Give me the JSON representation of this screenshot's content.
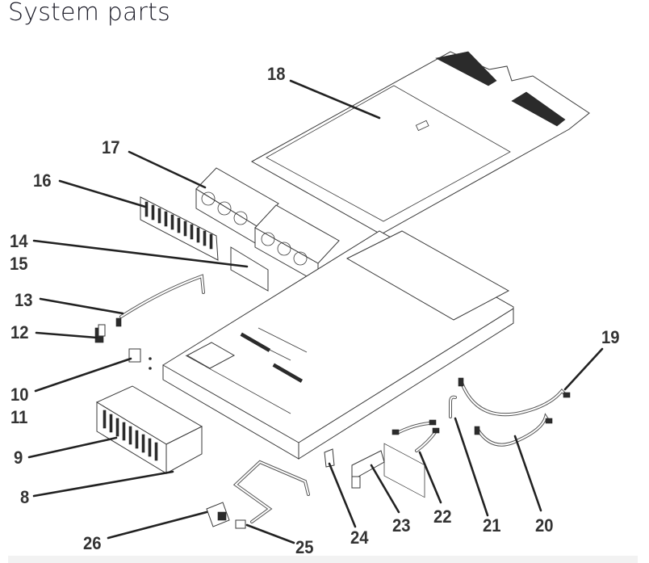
{
  "page": {
    "title": "System parts"
  },
  "callouts": [
    {
      "id": "18",
      "label": "18"
    },
    {
      "id": "17",
      "label": "17"
    },
    {
      "id": "16",
      "label": "16"
    },
    {
      "id": "14",
      "label": "14"
    },
    {
      "id": "15",
      "label": "15"
    },
    {
      "id": "13",
      "label": "13"
    },
    {
      "id": "12",
      "label": "12"
    },
    {
      "id": "10",
      "label": "10"
    },
    {
      "id": "11",
      "label": "11"
    },
    {
      "id": "9",
      "label": "9"
    },
    {
      "id": "8",
      "label": "8"
    },
    {
      "id": "26",
      "label": "26"
    },
    {
      "id": "25",
      "label": "25"
    },
    {
      "id": "24",
      "label": "24"
    },
    {
      "id": "23",
      "label": "23"
    },
    {
      "id": "22",
      "label": "22"
    },
    {
      "id": "21",
      "label": "21"
    },
    {
      "id": "20",
      "label": "20"
    },
    {
      "id": "19",
      "label": "19"
    }
  ],
  "parts": [
    {
      "callout": "18",
      "icon": "top-cover-icon"
    },
    {
      "callout": "17",
      "icon": "fan-module-icon"
    },
    {
      "callout": "16",
      "icon": "backplane-icon"
    },
    {
      "callout": "14/15",
      "icon": "circuit-board-icon"
    },
    {
      "callout": "13",
      "icon": "cable-icon"
    },
    {
      "callout": "12",
      "icon": "bracket-icon"
    },
    {
      "callout": "10/11",
      "icon": "small-bracket-icon"
    },
    {
      "callout": "9",
      "icon": "drive-bay-icon"
    },
    {
      "callout": "8",
      "icon": "drive-cage-icon"
    },
    {
      "callout": "26",
      "icon": "module-icon"
    },
    {
      "callout": "25",
      "icon": "usb-cable-icon"
    },
    {
      "callout": "24",
      "icon": "latch-icon"
    },
    {
      "callout": "23",
      "icon": "plate-bracket-icon"
    },
    {
      "callout": "22",
      "icon": "short-cable-icon"
    },
    {
      "callout": "21",
      "icon": "hook-cable-icon"
    },
    {
      "callout": "20",
      "icon": "cable-icon"
    },
    {
      "callout": "19",
      "icon": "cable-icon"
    }
  ]
}
